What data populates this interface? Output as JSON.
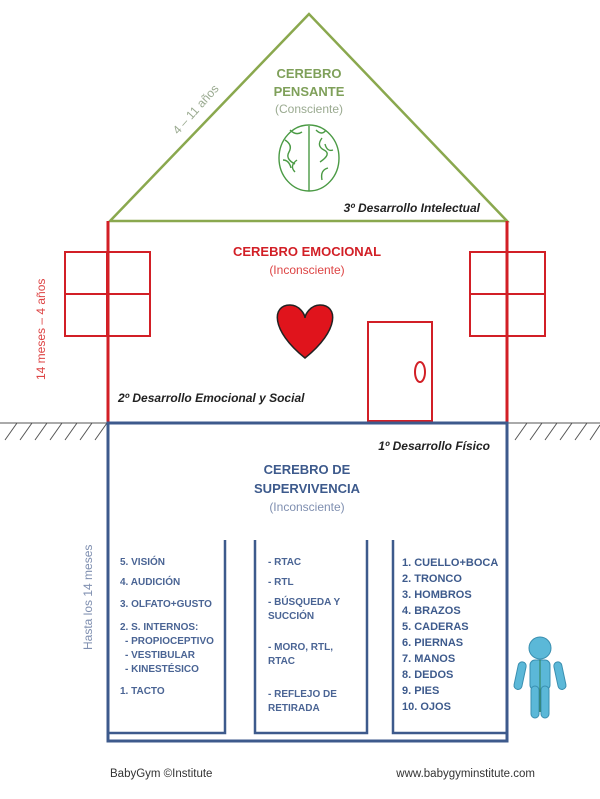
{
  "roof": {
    "age": "4 – 11 años",
    "title_1": "CEREBRO",
    "title_2": "PENSANTE",
    "subtitle": "(Consciente)",
    "development": "3º Desarrollo Intelectual",
    "color": "#8aa84e"
  },
  "middle": {
    "age": "14 meses – 4 años",
    "title": "CEREBRO EMOCIONAL",
    "subtitle": "(Inconsciente)",
    "development": "2º Desarrollo Emocional y Social",
    "color": "#d21f26"
  },
  "base": {
    "age": "Hasta los 14 meses",
    "title_1": "CEREBRO DE",
    "title_2": "SUPERVIVENCIA",
    "subtitle": "(Inconsciente)",
    "development": "1º Desarrollo Físico",
    "color": "#3d5a8c"
  },
  "senses": [
    "5. VISIÓN",
    "4. AUDICIÓN",
    "3. OLFATO+GUSTO",
    "2.   S. INTERNOS:",
    "- PROPIOCEPTIVO",
    "- VESTIBULAR",
    "- KINESTÉSICO",
    "1. TACTO"
  ],
  "reflexes": [
    "- RTAC",
    "- RTL",
    "- BÚSQUEDA Y",
    "SUCCIÓN",
    "- MORO, RTL,",
    "RTAC",
    "- REFLEJO DE",
    "RETIRADA"
  ],
  "body_parts": [
    "1.  CUELLO+BOCA",
    "2.  TRONCO",
    "3.  HOMBROS",
    "4.  BRAZOS",
    "5.  CADERAS",
    "6.  PIERNAS",
    "7.  MANOS",
    "8.  DEDOS",
    "9.  PIES",
    "10. OJOS"
  ],
  "footer": {
    "left": "BabyGym ©Institute",
    "right": "www.babygyminstitute.com"
  }
}
